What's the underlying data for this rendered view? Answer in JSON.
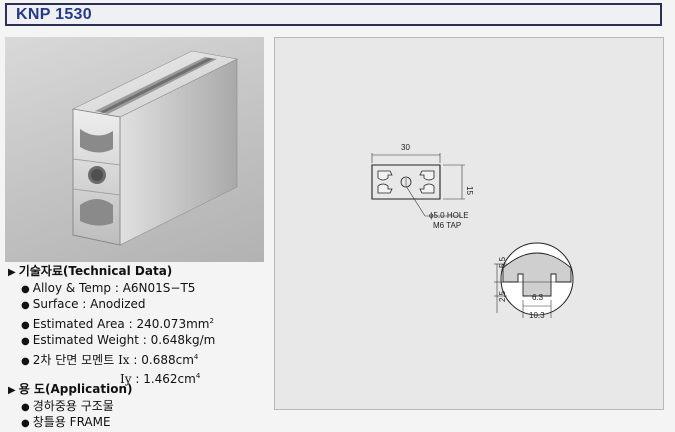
{
  "header": {
    "title": "KNP 1530"
  },
  "technical": {
    "heading": "기술자료(Technical Data)",
    "alloy": "Alloy & Temp : A6N01S−T5",
    "surface": "Surface : Anodized",
    "area": "Estimated Area : 240.073mm",
    "area_sup": "2",
    "weight": "Estimated Weight : 0.648kg/m",
    "moment_label": "2차 단면 모멘트 ",
    "ix_sym": "Ix",
    "ix_val": " : 0.688cm",
    "ix_sup": "4",
    "iy_sym": "Iy",
    "iy_val": " : 1.462cm",
    "iy_sup": "4"
  },
  "application": {
    "heading": "용 도(Application)",
    "items": [
      "경하중용 구조물",
      "창틀용 FRAME"
    ]
  },
  "drawing": {
    "dim_width": "30",
    "dim_height": "15",
    "hole_label": "ϕ5.0 HOLE",
    "tap_label": "M6 TAP",
    "slot_top": "5.5",
    "slot_side": "2.5",
    "slot_inner": "6.3",
    "slot_bottom": "10.3"
  }
}
